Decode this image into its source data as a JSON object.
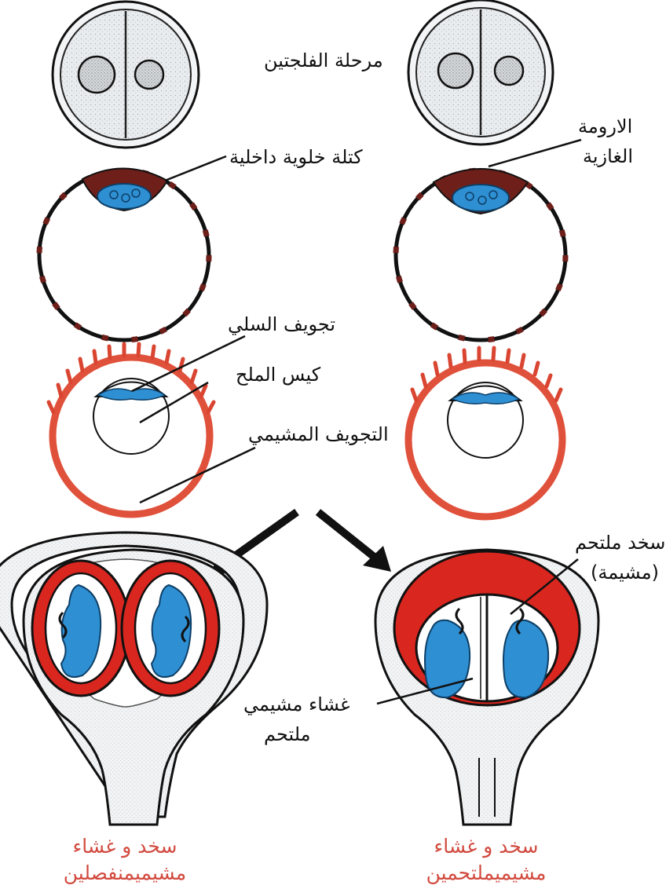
{
  "labels": {
    "two_cell_stage": "مرحلة الفلجتين",
    "trophoblast_1": "الارومة",
    "trophoblast_2": "الغازية",
    "inner_cell_mass": "كتلة خلوية داخلية",
    "amniotic_cavity": "تجويف السلي",
    "yolk_sac": "كيس الملح",
    "chorionic_cavity": "التجويف المشيمي",
    "fused_placenta_1": "سخد ملتحم",
    "fused_placenta_2": "(مشيمة)",
    "fused_chorion_1": "غشاء مشيمي",
    "fused_chorion_2": "ملتحم"
  },
  "captions": {
    "left_1": "سخد و غشاء",
    "left_2": "مشيميمنفصلين",
    "right_1": "سخد و غشاء",
    "right_2": "مشيميملتحمين"
  },
  "colors": {
    "cell_fill": "#e8ebee",
    "trophoblast_dark": "#6e1f1a",
    "embryo_blue": "#2f8fd3",
    "chorion_red": "#e0513b",
    "placenta_red": "#d9261f",
    "caption_red": "#d24a3f",
    "outline": "#111111"
  }
}
